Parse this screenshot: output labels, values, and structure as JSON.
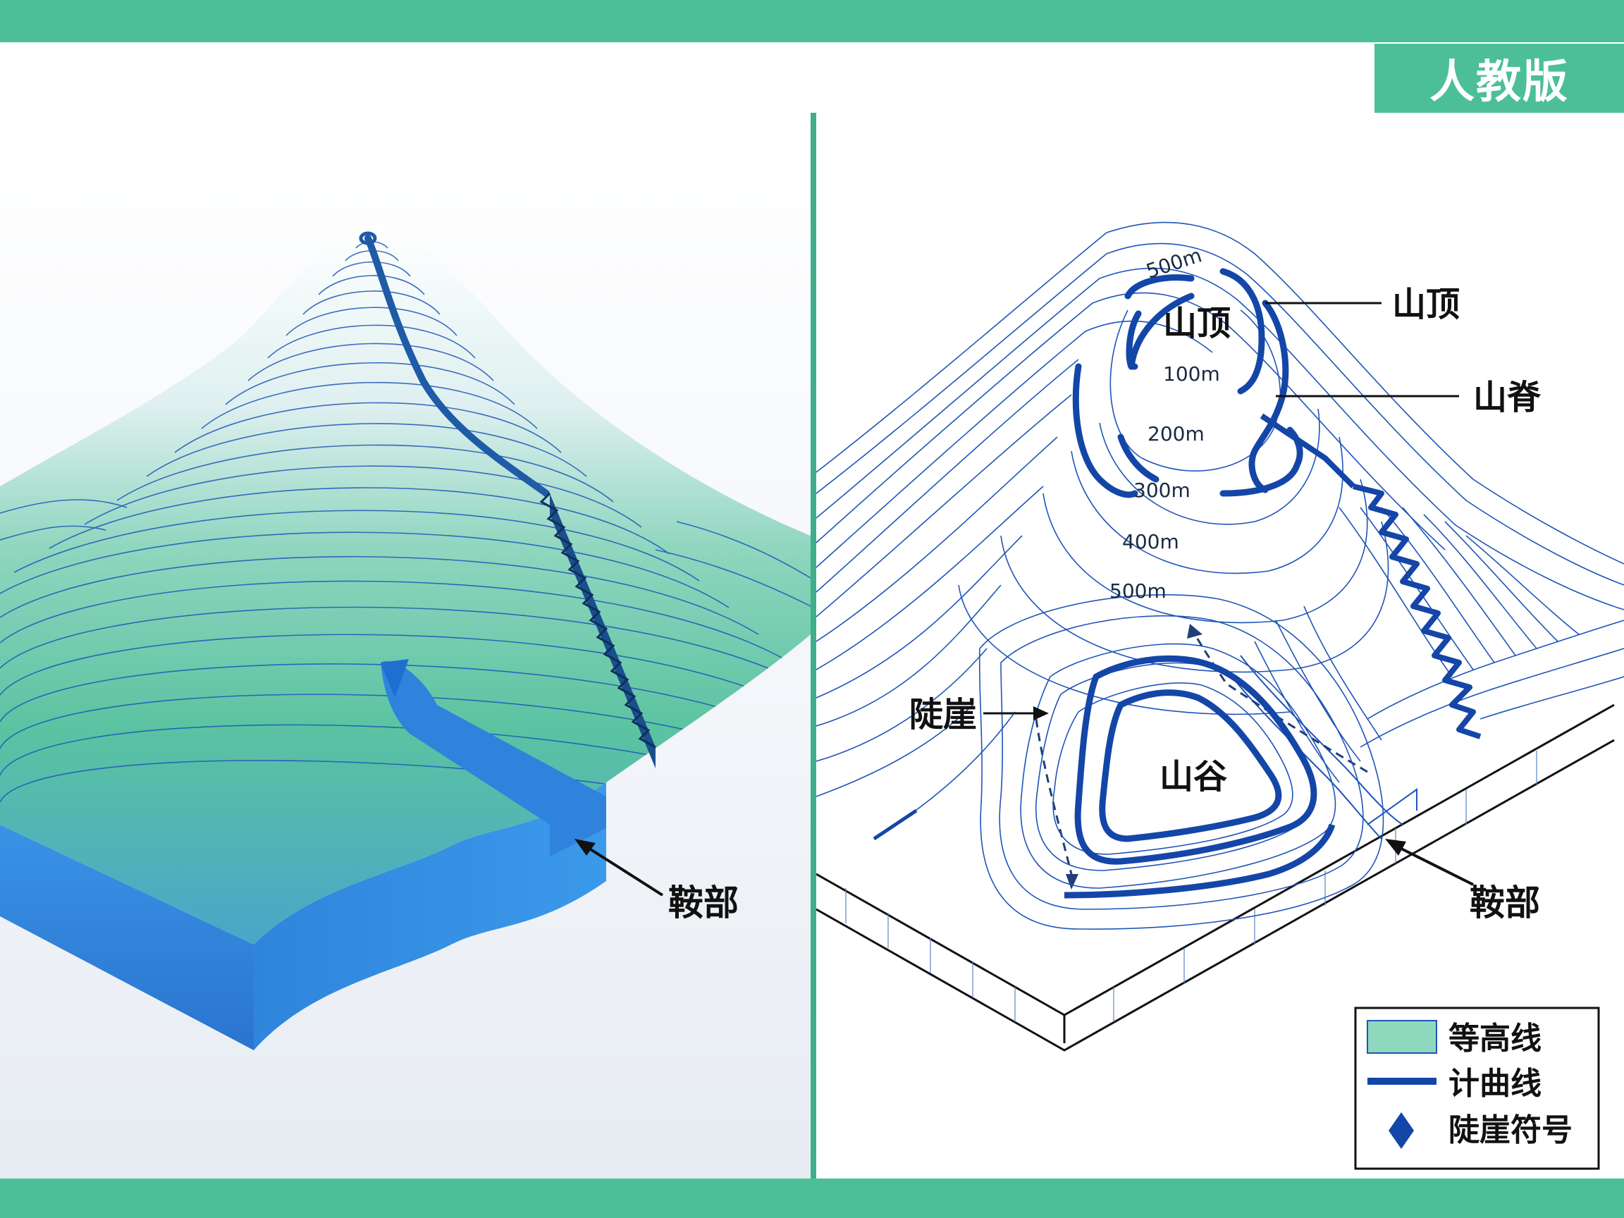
{
  "header": {
    "edition": "人教版"
  },
  "left_panel": {
    "labels": {
      "saddle": "鞍部"
    }
  },
  "right_panel": {
    "labels": {
      "summit": "山顶",
      "ridge": "山脊",
      "cliff": "陡崖",
      "valley": "山谷",
      "saddle": "鞍部",
      "summit_inner": "山顶"
    },
    "elevation_labels": [
      "500m",
      "100m",
      "200m",
      "300m",
      "400m",
      "500m"
    ]
  },
  "legend": {
    "items": [
      {
        "label": "等高线",
        "symbol": "green-swatch-icon"
      },
      {
        "label": "计曲线",
        "symbol": "thick-blue-line-icon"
      },
      {
        "label": "陡崖符号",
        "symbol": "blue-diamond-icon"
      }
    ]
  },
  "colors": {
    "brand_green": "#4cbf98",
    "contour_blue": "#1f55b8",
    "index_blue": "#1446a8",
    "terrain_green": "#5ec7a0",
    "base_blue": "#2f83dd"
  }
}
